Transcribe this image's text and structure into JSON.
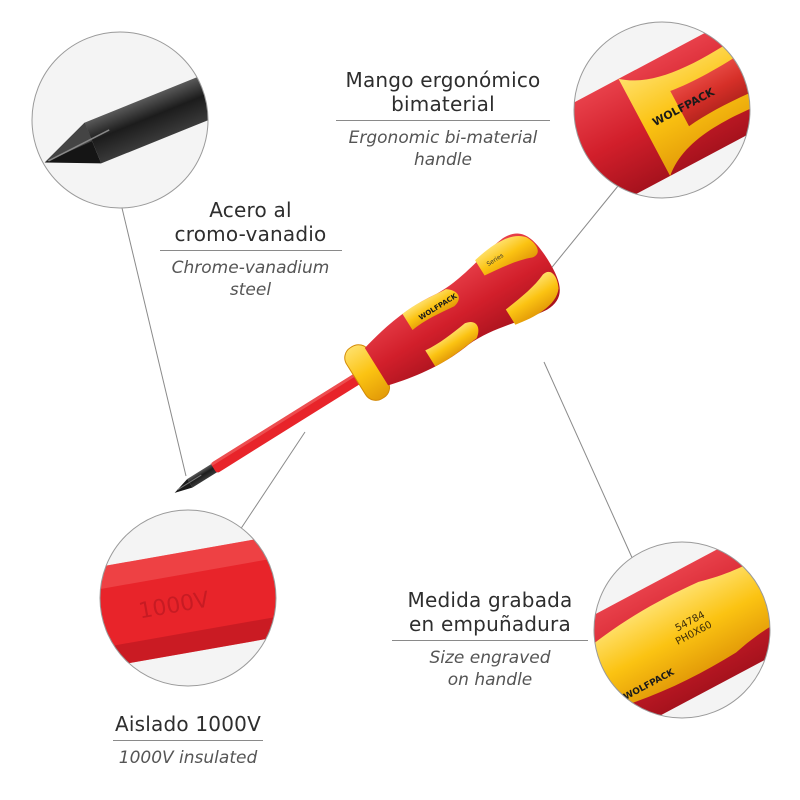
{
  "callouts": {
    "steel": {
      "es_line1": "Acero al",
      "es_line2": "cromo-vanadio",
      "en_line1": "Chrome-vanadium",
      "en_line2": "steel"
    },
    "handle": {
      "es_line1": "Mango ergonómico",
      "es_line2": "bimaterial",
      "en_line1": "Ergonomic bi-material",
      "en_line2": "handle"
    },
    "engraved": {
      "es_line1": "Medida grabada",
      "es_line2": "en empuñadura",
      "en_line1": "Size engraved",
      "en_line2": "on handle"
    },
    "insulated": {
      "es_line1": "Aislado 1000V",
      "en_line1": "1000V insulated"
    }
  },
  "product": {
    "brand": "WOLFPACK",
    "series": "Series",
    "model_code": "54784",
    "size_code": "PH0X60",
    "shaft_marking": "1000V"
  },
  "colors": {
    "handle_red": "#d7232e",
    "handle_yellow": "#fbc312",
    "shaft_red": "#e8242a",
    "tip_black": "#1d1d1d",
    "line_gray": "#8a8a8a"
  }
}
